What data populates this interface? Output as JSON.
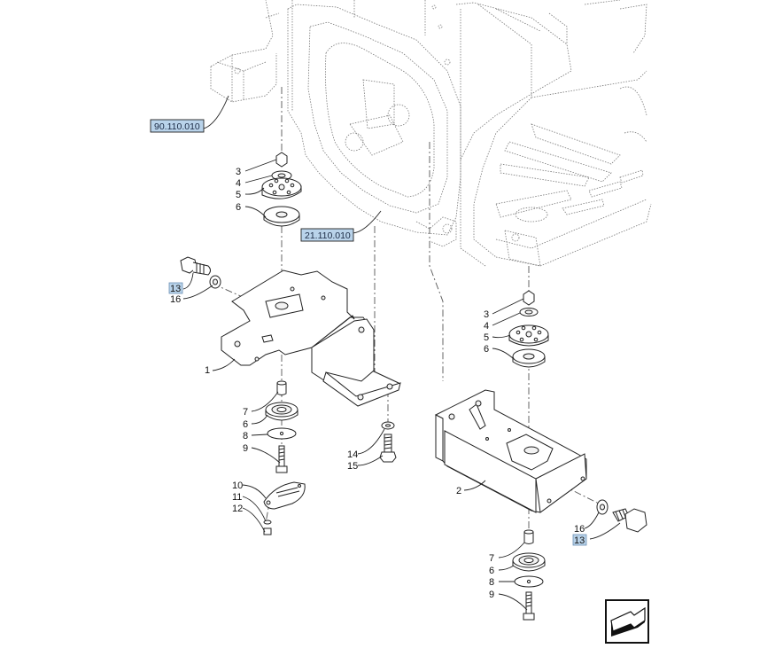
{
  "diagram": {
    "references": [
      {
        "id": "ref-90",
        "text": "90.110.010"
      },
      {
        "id": "ref-21",
        "text": "21.110.010"
      }
    ],
    "callouts": {
      "left_mount": {
        "c3": "3",
        "c4": "4",
        "c5": "5",
        "c6": "6",
        "c13": "13",
        "c16": "16",
        "c1": "1",
        "c7": "7",
        "c6b": "6",
        "c8": "8",
        "c9": "9",
        "c10": "10",
        "c11": "11",
        "c12": "12",
        "c14": "14",
        "c15": "15"
      },
      "right_mount": {
        "c3": "3",
        "c4": "4",
        "c5": "5",
        "c6": "6",
        "c2": "2",
        "c16": "16",
        "c13": "13",
        "c7": "7",
        "c6b": "6",
        "c8": "8",
        "c9": "9"
      }
    },
    "highlight_color": "#b9d3ea",
    "nav_icon": "next-page-arrow-icon"
  }
}
